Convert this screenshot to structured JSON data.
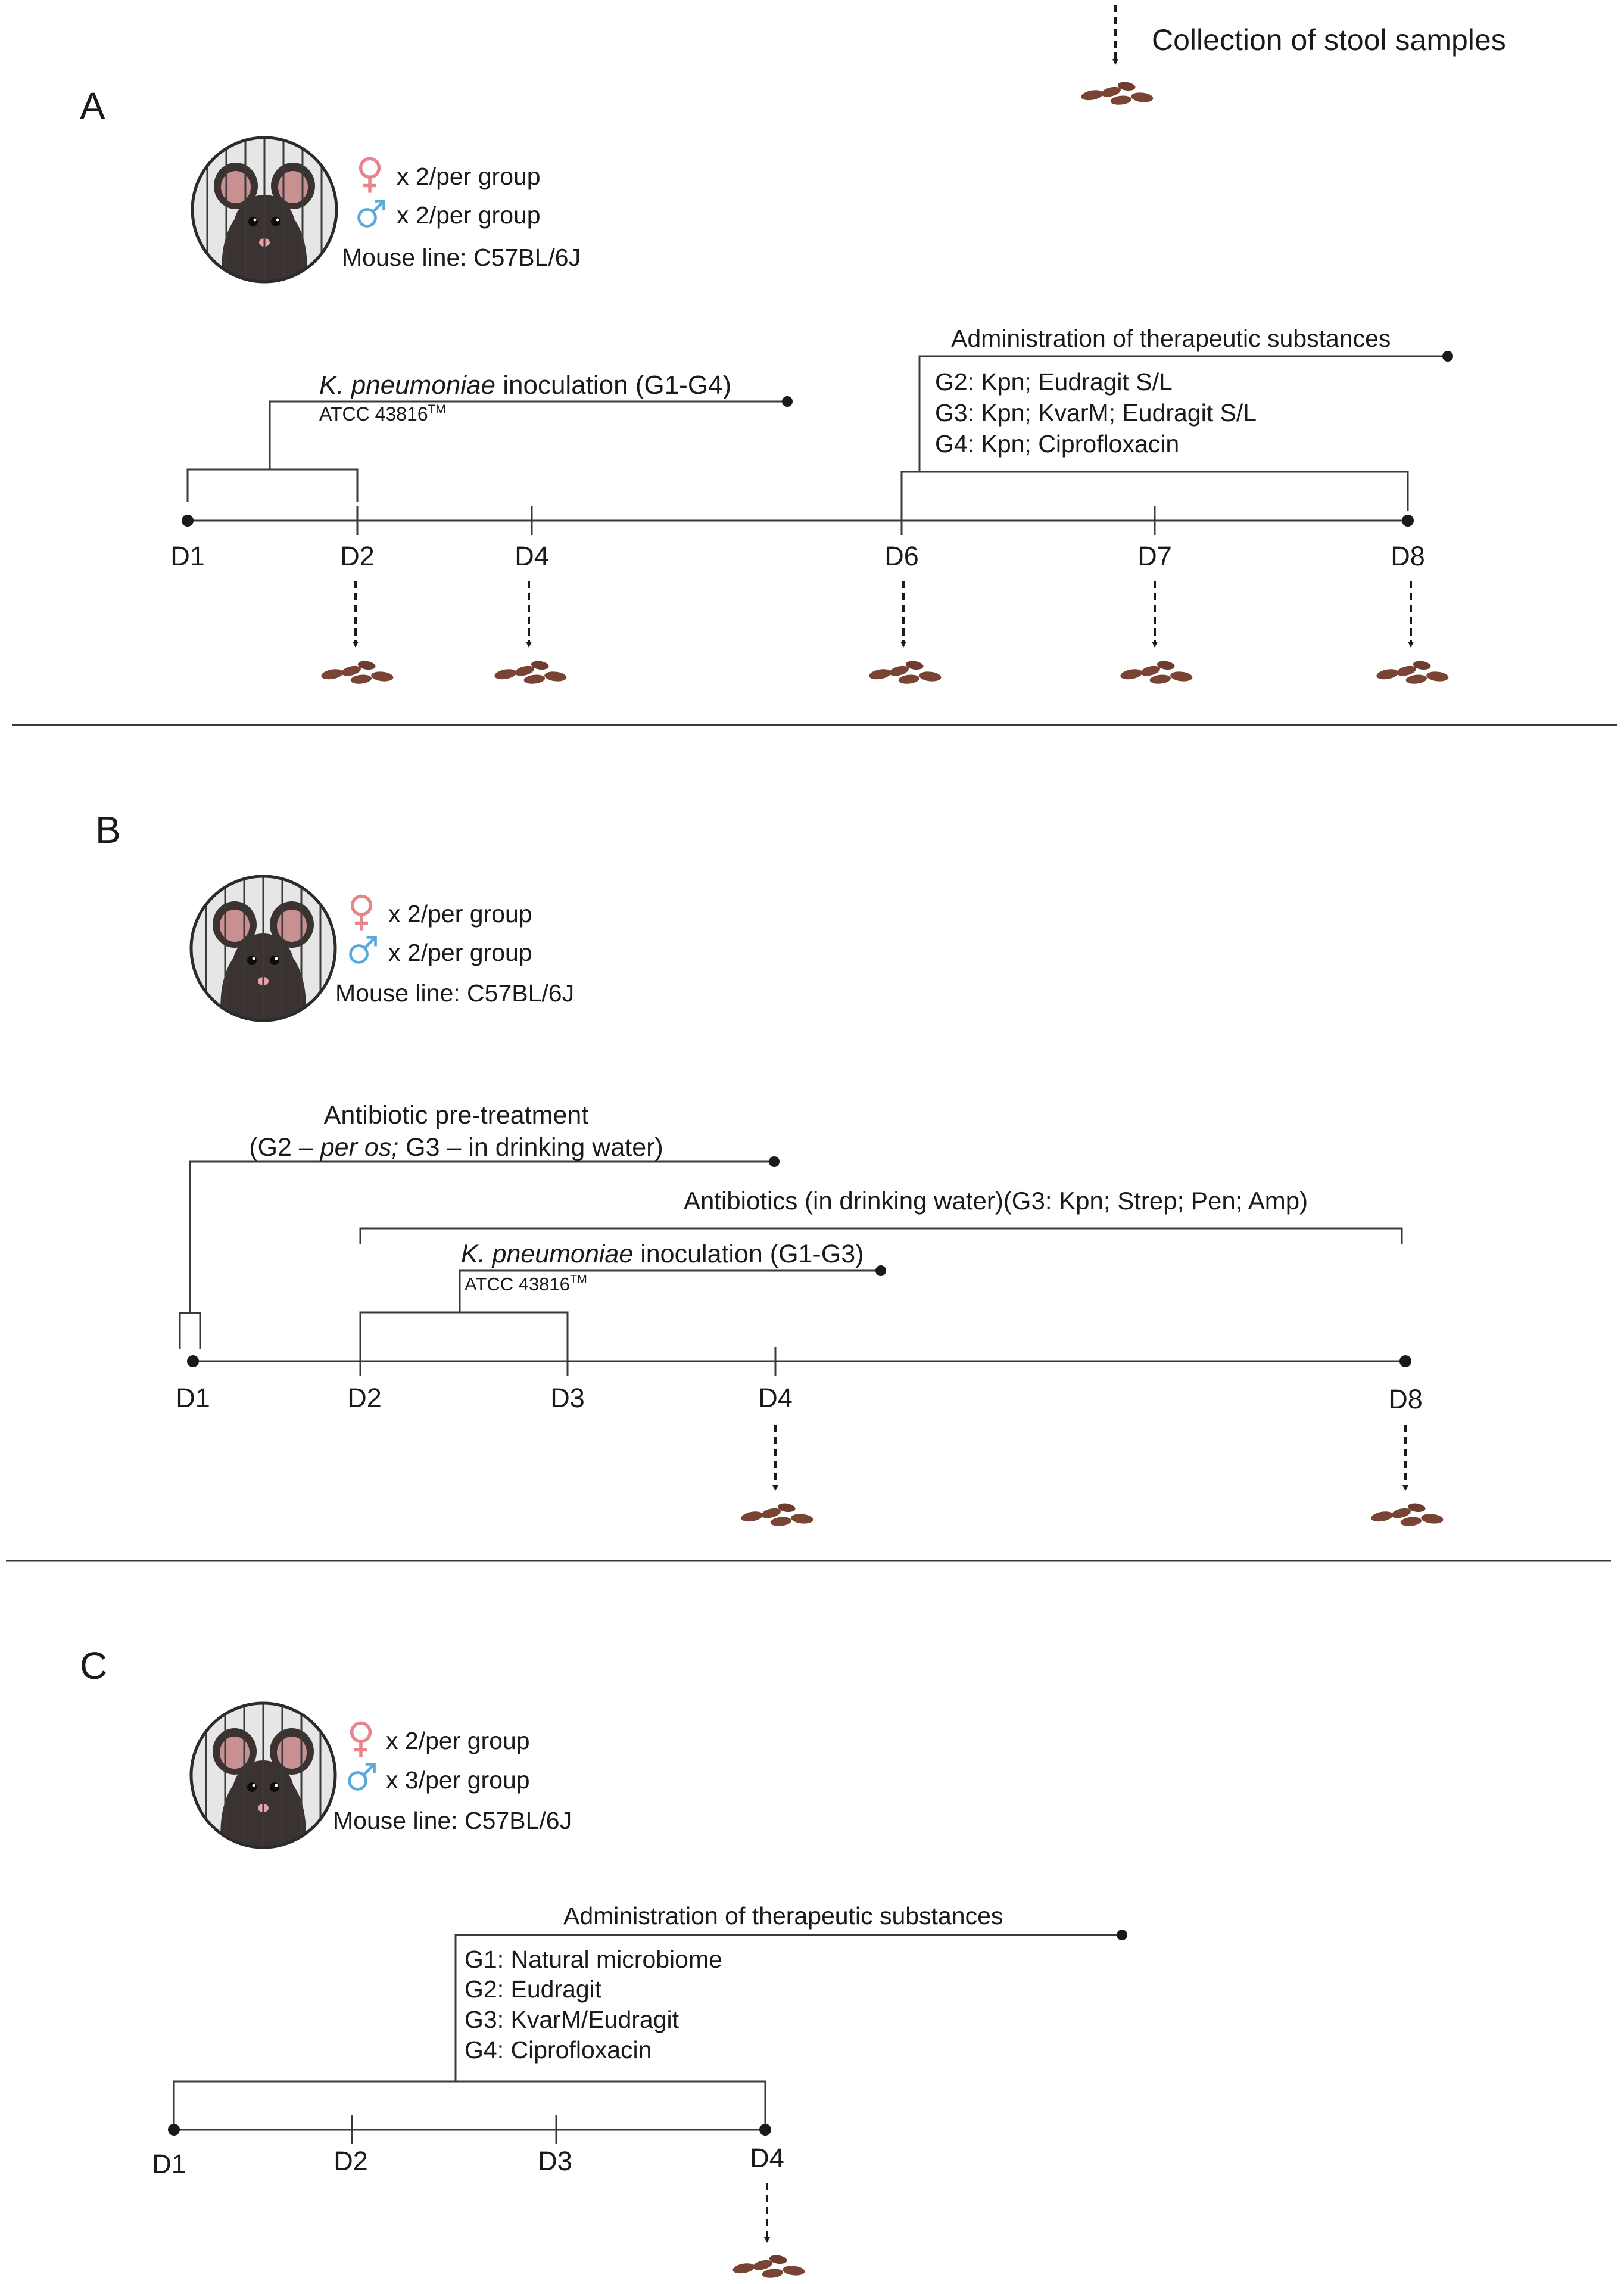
{
  "legend": {
    "stool_label": "Collection of stool samples"
  },
  "panels": [
    {
      "letter": "A",
      "mouse": {
        "female": "x 2/per group",
        "male": "x 2/per group",
        "line": "Mouse line: C57BL/6J"
      },
      "days": [
        "D1",
        "D2",
        "D4",
        "D6",
        "D7",
        "D8"
      ],
      "inoculation": {
        "species": "K. pneumoniae",
        "rest": " inoculation (G1-G4)",
        "strain": "ATCC 43816",
        "tm": "TM"
      },
      "administration": {
        "title": "Administration of therapeutic substances",
        "groups": [
          "G2: Kpn; Eudragit S/L",
          "G3: Kpn; KvarM; Eudragit S/L",
          "G4: Kpn; Ciprofloxacin"
        ]
      }
    },
    {
      "letter": "B",
      "mouse": {
        "female": "x 2/per group",
        "male": "x 2/per group",
        "line": "Mouse line: C57BL/6J"
      },
      "days": [
        "D1",
        "D2",
        "D3",
        "D4",
        "D8"
      ],
      "pretreatment": {
        "title": "Antibiotic pre-treatment",
        "line2_a": "(G2 – ",
        "line2_b": "per os;",
        "line2_c": " G3 – in drinking water)"
      },
      "antibiotics": {
        "title": "Antibiotics (in drinking water)(G3: Kpn; Strep; Pen; Amp)"
      },
      "inoculation": {
        "species": "K. pneumoniae",
        "rest": " inoculation (G1-G3)",
        "strain": "ATCC 43816",
        "tm": "TM"
      }
    },
    {
      "letter": "C",
      "mouse": {
        "female": "x 2/per group",
        "male": "x 3/per group",
        "line": "Mouse line: C57BL/6J"
      },
      "days": [
        "D1",
        "D2",
        "D3",
        "D4"
      ],
      "administration": {
        "title": "Administration of therapeutic substances",
        "groups": [
          "G1: Natural microbiome",
          "G2: Eudragit",
          "G3: KvarM/Eudragit",
          "G4: Ciprofloxacin"
        ]
      }
    }
  ],
  "colors": {
    "line": "#3a3a3a",
    "female": "#e8848e",
    "male": "#5aa9dc",
    "stool": "#7a4434",
    "mouse_body": "#3b3332",
    "ear_inner": "#c99091",
    "cage_bg": "#e6e6e6"
  }
}
